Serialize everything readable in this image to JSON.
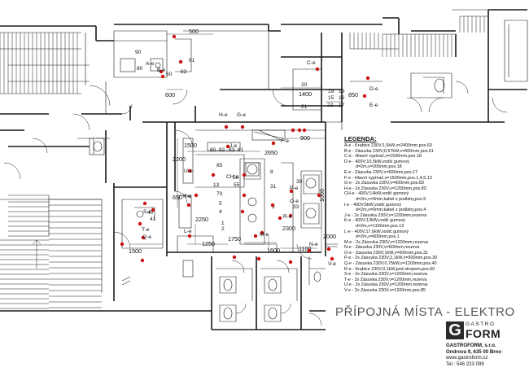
{
  "drawing": {
    "title": "PŘÍPOJNÁ MÍSTA - ELEKTRO"
  },
  "legend": {
    "title": "LEGENDA:",
    "items": [
      "A-e - Krabice 230V;1,5kW,v=2400mm,pos.60",
      "B-e - Zásuvka 230V;0,57kW,v=600mm,pos.61",
      "C-e - Hlavní vypínač,v=1500mm,pos.18",
      "D-e - 400V;10,5kW,vodič gumový",
      "d=2m,v=200mm,pos.18",
      "E-e - Zásuvka 230V,v=600mm,pos.17",
      "F-e - Hlavní vypínač,v=1500mm,pos.1,4,5,13",
      "G-e - 2x Zásuvka 230V,v=600mm,pos.83",
      "H-e - 2x Zásuvka 230V,v=1200mm,pos.83",
      "CH-e - 400V;14kW,vodič gumový",
      "d=2m,v=0mm,kabel z podlahy,pos.5",
      "I-e - 400V;5kW,vodič gumový",
      "d=2m,v=0mm,kabel z podlahy,pos.4",
      "J-e - 2x Zásuvka 230V,v=1200mm,rezerva",
      "K-e - 400V;12kW,vodič gumový",
      "d=2m,v=1100mm,pos.13",
      "L-e - 400V;17,6kW,vodič gumový",
      "d=2m,v=600mm,pos.1",
      "M-e - 2x Zásuvka 230V,v=1200mm,rezerva",
      "N-e - Zásuvka 230V,v=600mm,rezerva",
      "O-e - Zásuvka 230V;1kW,v=600mm,pos.31",
      "P-e - 2x Zásuvka 230V;2,1kW,v=600mm,pos.30",
      "Q-e - Zásuvka 230V;0,75kW,v=1200mm,pos.40",
      "R-e - Krabice 230V;0,1kW,pod stropem,pos.50",
      "S-e - 2x Zásuvka 230V,v=1200mm,rezerva",
      "T-e - 2x Zásuvka 230V,v=1200mm,rezerva",
      "U-e - 2x Zásuvka 230V,v=1200mm,rezerva",
      "V-e - 2x Zásuvka 230V,v=1200mm,pos.85"
    ]
  },
  "company": {
    "logo_top": "GASTRO",
    "logo_bottom": "FORM",
    "logo_letter": "G",
    "name": "GASTROFORM, s.r.o.",
    "address": "Ondrova 9, 635 00 Brno",
    "web": "www.gastroform.cz",
    "phone": "Tel.: 546 223 099"
  },
  "dimensions": [
    "500",
    "600",
    "1400",
    "850",
    "900",
    "1500",
    "2200",
    "2650",
    "650",
    "2250",
    "1750",
    "1600",
    "2300",
    "1100",
    "2000",
    "1250",
    "1000",
    "1500"
  ],
  "socket_labels": [
    "A-e",
    "B-e",
    "C-e",
    "D-e",
    "E-e",
    "F-e",
    "G-e",
    "H-e",
    "CH-e",
    "I-e",
    "J-e",
    "K-e",
    "L-e",
    "M-e",
    "N-e",
    "O-e",
    "P-e",
    "Q-e",
    "R-e",
    "S-e",
    "T-e",
    "U-e",
    "V-e"
  ],
  "equipment_numbers": [
    "90",
    "80",
    "61",
    "83",
    "20",
    "19",
    "18",
    "15",
    "16",
    "17",
    "21",
    "22",
    "80",
    "82",
    "83",
    "81",
    "85",
    "8",
    "13",
    "70",
    "50",
    "55",
    "31",
    "30",
    "33",
    "3",
    "4",
    "1",
    "2",
    "5",
    "40",
    "41",
    "60"
  ],
  "colors": {
    "line": "#1a1a1a",
    "socket": "#cc1111",
    "title": "#555555"
  }
}
